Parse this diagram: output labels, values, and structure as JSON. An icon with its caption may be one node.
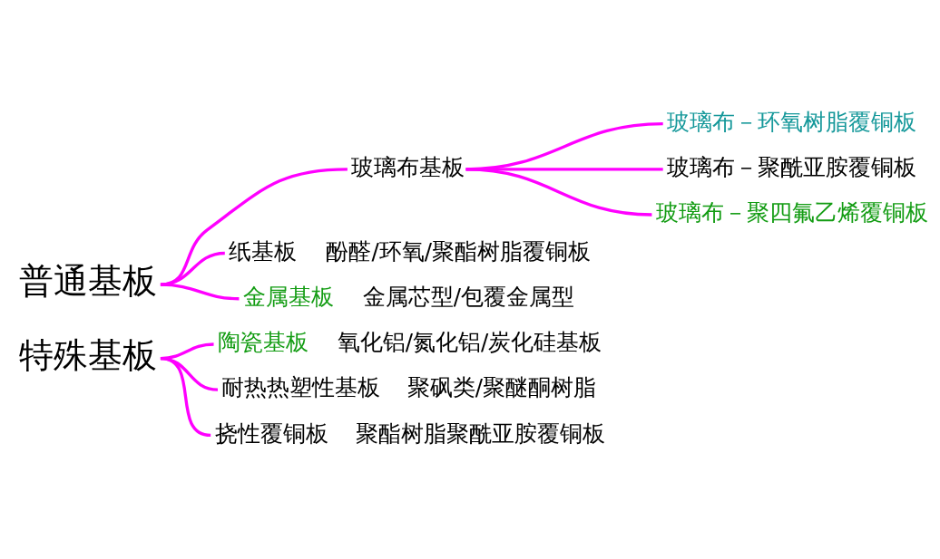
{
  "diagram": {
    "nodes": [
      {
        "text": [
          "普通基板"
        ]
      },
      {
        "text": [
          "玻璃布基板"
        ]
      },
      {
        "text": [
          "玻璃布－环氧树脂覆铜板"
        ]
      },
      {
        "text": [
          "玻璃布－聚酰亚胺覆铜板"
        ]
      },
      {
        "text": [
          "玻璃布－聚四氟乙烯覆铜板"
        ]
      },
      {
        "text": [
          "纸基板"
        ],
        "beside": [
          "酚醛/环氧/聚酯树脂覆铜板"
        ]
      },
      {
        "text": [
          "金属基板"
        ],
        "beside": [
          "金属芯型/包覆金属型"
        ]
      },
      {
        "text": [
          "特殊基板"
        ]
      },
      {
        "text": [
          "陶瓷基板"
        ],
        "beside": [
          "氧化铝/氮化铝/炭化硅基板"
        ]
      },
      {
        "text": [
          "耐热热塑性基板"
        ],
        "beside": [
          "聚砜类/聚醚酮树脂"
        ]
      },
      {
        "text": [
          "挠性覆铜板"
        ],
        "beside": [
          "聚酯树脂聚酰亚胺覆铜板"
        ]
      }
    ],
    "edges": [
      {
        "from": 0,
        "to": 1,
        "arrow": "none"
      },
      {
        "from": 0,
        "to": 5,
        "arrow": "none"
      },
      {
        "from": 0,
        "to": 6,
        "arrow": "none"
      },
      {
        "from": 1,
        "to": 2,
        "arrow": "none"
      },
      {
        "from": 1,
        "to": 3,
        "arrow": "none"
      },
      {
        "from": 1,
        "to": 4,
        "arrow": "none"
      },
      {
        "from": 7,
        "to": 8,
        "arrow": "none"
      },
      {
        "from": 7,
        "to": 9,
        "arrow": "none"
      },
      {
        "from": 7,
        "to": 10,
        "arrow": "none"
      }
    ]
  }
}
